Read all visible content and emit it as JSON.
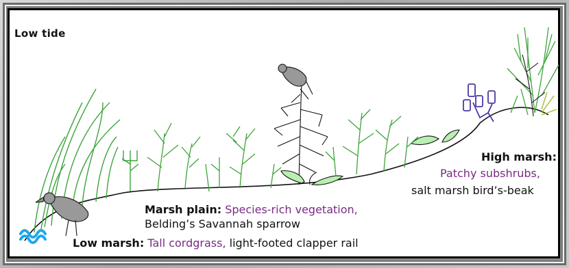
{
  "title": "Low tide",
  "marsh_plain": {
    "heading": "Marsh plain:",
    "vegetation": "Species-rich vegetation,",
    "species": "Belding’s Savannah sparrow"
  },
  "low_marsh": {
    "heading": "Low marsh:",
    "vegetation": "Tall cordgrass,",
    "species": "light-footed clapper rail"
  },
  "high_marsh": {
    "heading": "High marsh:",
    "vegetation": "Patchy subshrubs,",
    "species": "salt marsh bird’s-beak"
  },
  "colors": {
    "grass": "#3da33a",
    "leaf_fill": "#b9efb2",
    "bird": "#999999",
    "water": "#1ba8ee",
    "flower": "#4a38a8",
    "label_accent": "#7a2a84"
  }
}
